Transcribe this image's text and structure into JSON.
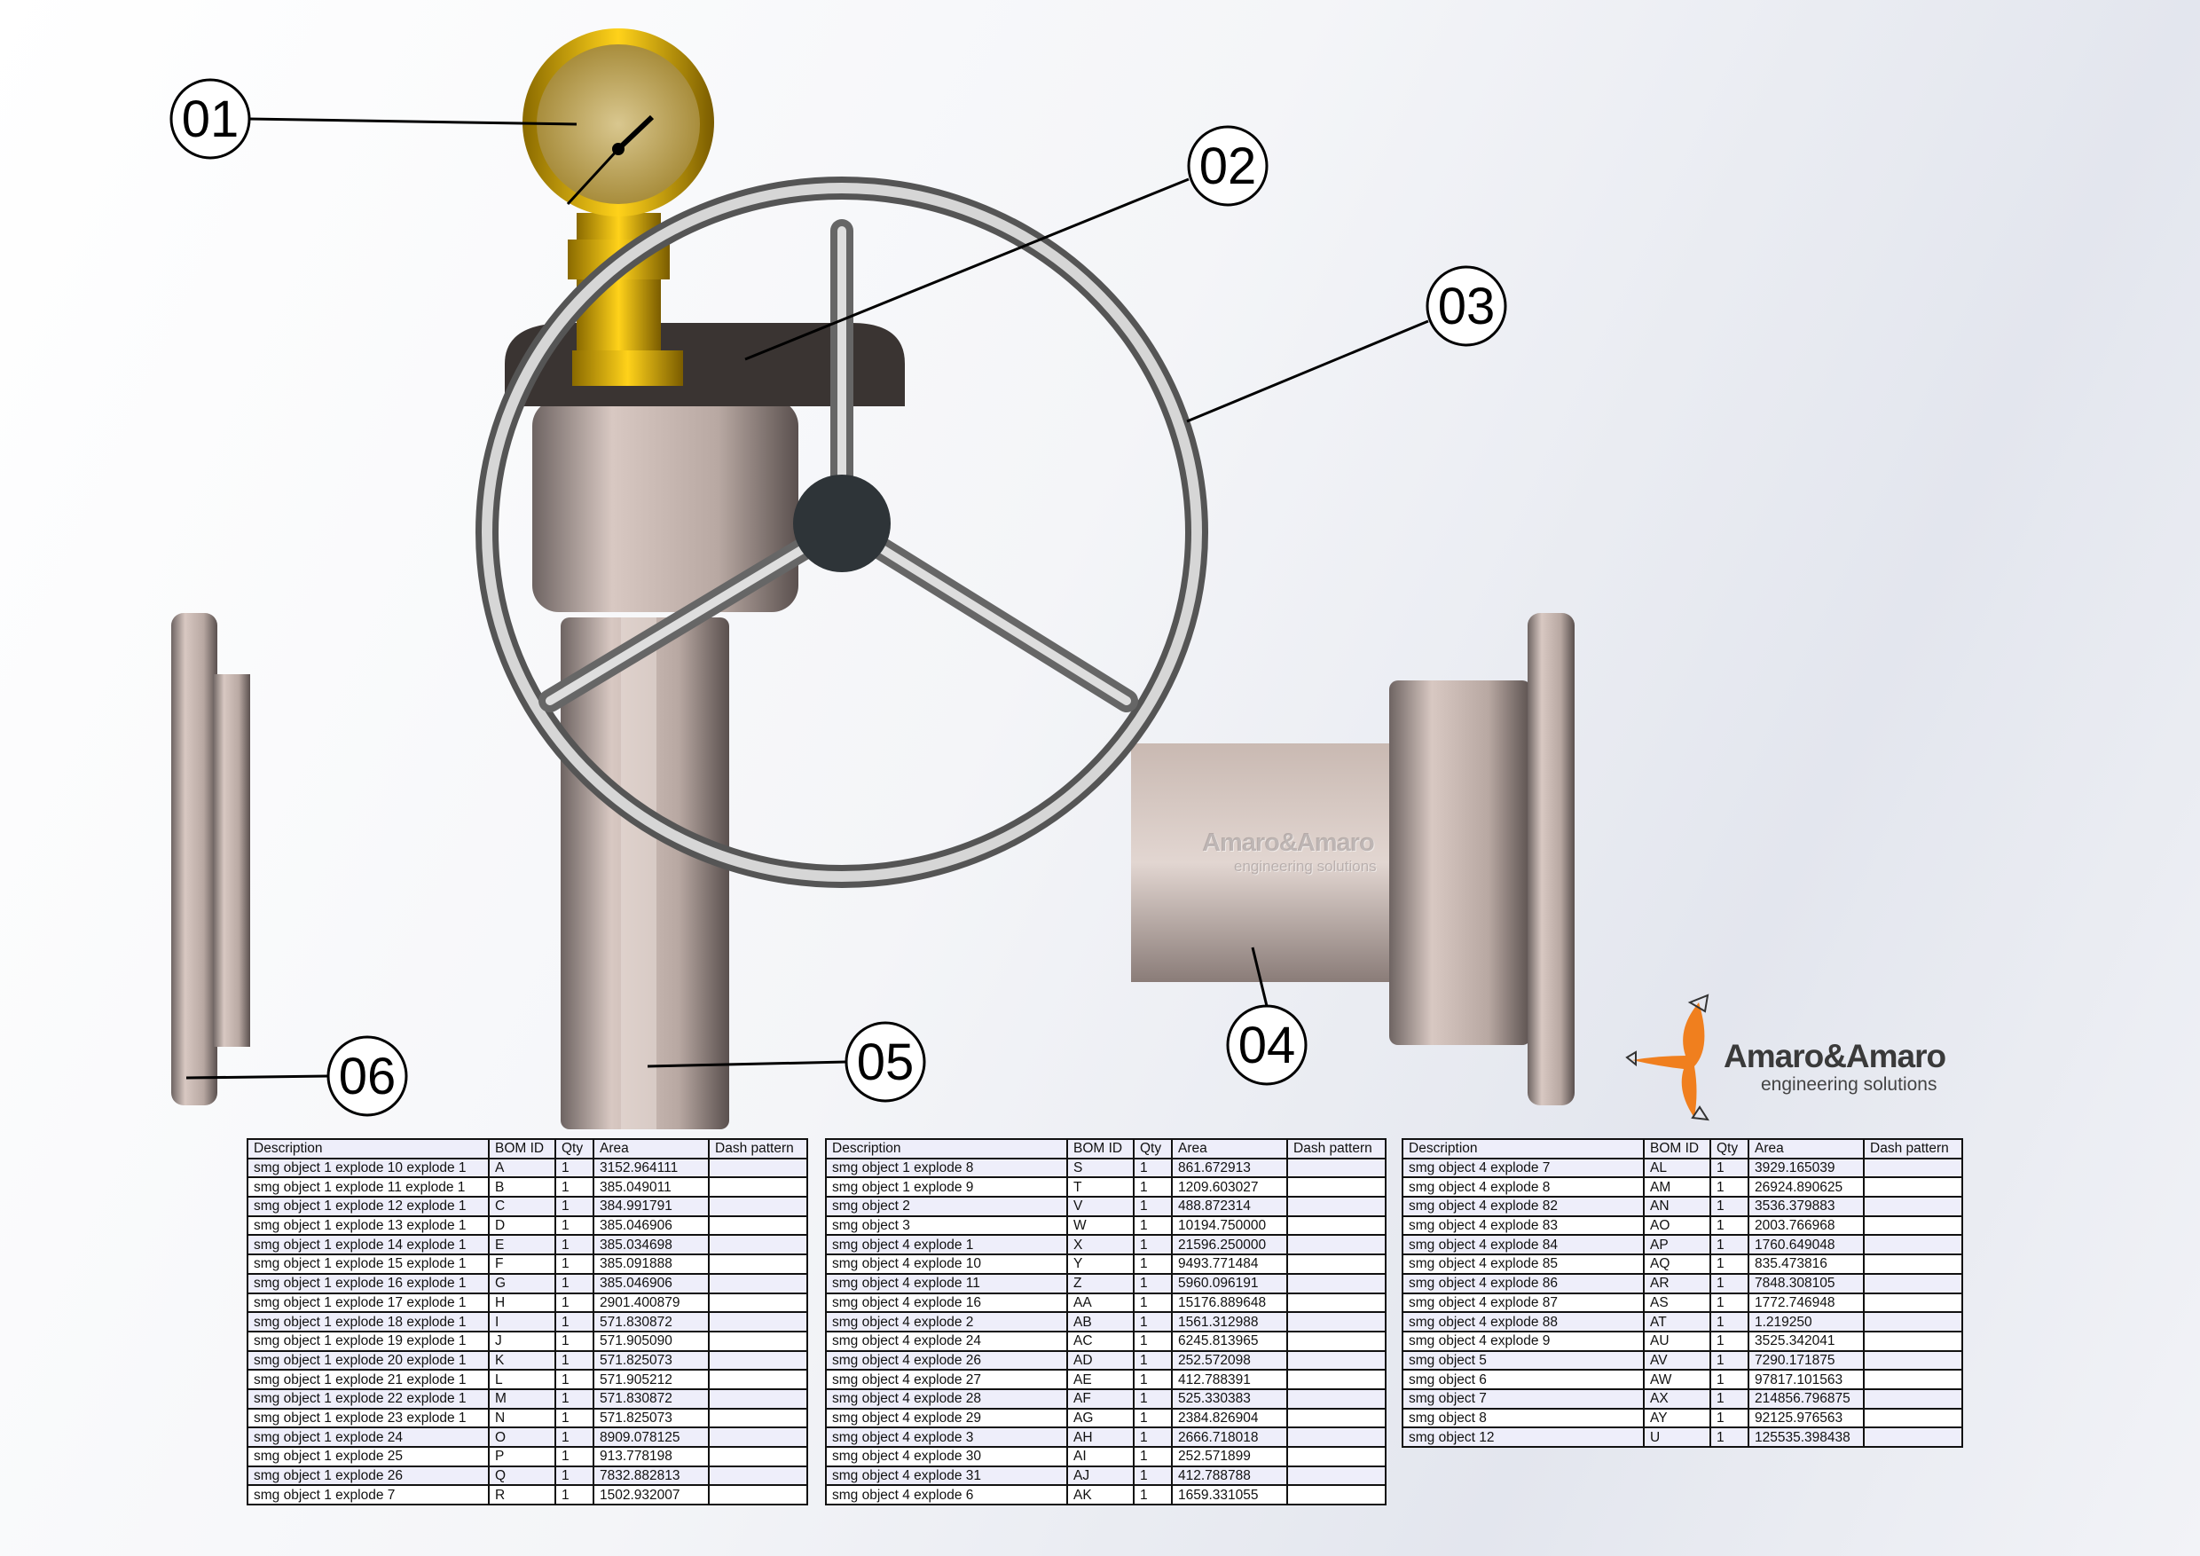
{
  "callouts": [
    "01",
    "02",
    "03",
    "04",
    "05",
    "06"
  ],
  "logo": {
    "name": "Amaro&Amaro",
    "tagline": "engineering solutions",
    "accent": "#f07f1e"
  },
  "watermark": {
    "name": "Amaro&Amaro",
    "tagline": "engineering solutions"
  },
  "bom_headers": [
    "Description",
    "BOM ID",
    "Qty",
    "Area",
    "Dash pattern"
  ],
  "bom_tables": [
    [
      [
        "smg object 1 explode 10 explode 1",
        "A",
        "1",
        "3152.964111",
        ""
      ],
      [
        "smg object 1 explode 11 explode 1",
        "B",
        "1",
        "385.049011",
        ""
      ],
      [
        "smg object 1 explode 12 explode 1",
        "C",
        "1",
        "384.991791",
        ""
      ],
      [
        "smg object 1 explode 13 explode 1",
        "D",
        "1",
        "385.046906",
        ""
      ],
      [
        "smg object 1 explode 14 explode 1",
        "E",
        "1",
        "385.034698",
        ""
      ],
      [
        "smg object 1 explode 15 explode 1",
        "F",
        "1",
        "385.091888",
        ""
      ],
      [
        "smg object 1 explode 16 explode 1",
        "G",
        "1",
        "385.046906",
        ""
      ],
      [
        "smg object 1 explode 17 explode 1",
        "H",
        "1",
        "2901.400879",
        ""
      ],
      [
        "smg object 1 explode 18 explode 1",
        "I",
        "1",
        "571.830872",
        ""
      ],
      [
        "smg object 1 explode 19 explode 1",
        "J",
        "1",
        "571.905090",
        ""
      ],
      [
        "smg object 1 explode 20 explode 1",
        "K",
        "1",
        "571.825073",
        ""
      ],
      [
        "smg object 1 explode 21 explode 1",
        "L",
        "1",
        "571.905212",
        ""
      ],
      [
        "smg object 1 explode 22 explode 1",
        "M",
        "1",
        "571.830872",
        ""
      ],
      [
        "smg object 1 explode 23 explode 1",
        "N",
        "1",
        "571.825073",
        ""
      ],
      [
        "smg object 1 explode 24",
        "O",
        "1",
        "8909.078125",
        ""
      ],
      [
        "smg object 1 explode 25",
        "P",
        "1",
        "913.778198",
        ""
      ],
      [
        "smg object 1 explode 26",
        "Q",
        "1",
        "7832.882813",
        ""
      ],
      [
        "smg object 1 explode 7",
        "R",
        "1",
        "1502.932007",
        ""
      ]
    ],
    [
      [
        "smg object 1 explode 8",
        "S",
        "1",
        "861.672913",
        ""
      ],
      [
        "smg object 1 explode 9",
        "T",
        "1",
        "1209.603027",
        ""
      ],
      [
        "smg object 2",
        "V",
        "1",
        "488.872314",
        ""
      ],
      [
        "smg object 3",
        "W",
        "1",
        "10194.750000",
        ""
      ],
      [
        "smg object 4 explode 1",
        "X",
        "1",
        "21596.250000",
        ""
      ],
      [
        "smg object 4 explode 10",
        "Y",
        "1",
        "9493.771484",
        ""
      ],
      [
        "smg object 4 explode 11",
        "Z",
        "1",
        "5960.096191",
        ""
      ],
      [
        "smg object 4 explode 16",
        "AA",
        "1",
        "15176.889648",
        ""
      ],
      [
        "smg object 4 explode 2",
        "AB",
        "1",
        "1561.312988",
        ""
      ],
      [
        "smg object 4 explode 24",
        "AC",
        "1",
        "6245.813965",
        ""
      ],
      [
        "smg object 4 explode 26",
        "AD",
        "1",
        "252.572098",
        ""
      ],
      [
        "smg object 4 explode 27",
        "AE",
        "1",
        "412.788391",
        ""
      ],
      [
        "smg object 4 explode 28",
        "AF",
        "1",
        "525.330383",
        ""
      ],
      [
        "smg object 4 explode 29",
        "AG",
        "1",
        "2384.826904",
        ""
      ],
      [
        "smg object 4 explode 3",
        "AH",
        "1",
        "2666.718018",
        ""
      ],
      [
        "smg object 4 explode 30",
        "AI",
        "1",
        "252.571899",
        ""
      ],
      [
        "smg object 4 explode 31",
        "AJ",
        "1",
        "412.788788",
        ""
      ],
      [
        "smg object 4 explode 6",
        "AK",
        "1",
        "1659.331055",
        ""
      ]
    ],
    [
      [
        "smg object 4 explode 7",
        "AL",
        "1",
        "3929.165039",
        ""
      ],
      [
        "smg object 4 explode 8",
        "AM",
        "1",
        "26924.890625",
        ""
      ],
      [
        "smg object 4 explode 82",
        "AN",
        "1",
        "3536.379883",
        ""
      ],
      [
        "smg object 4 explode 83",
        "AO",
        "1",
        "2003.766968",
        ""
      ],
      [
        "smg object 4 explode 84",
        "AP",
        "1",
        "1760.649048",
        ""
      ],
      [
        "smg object 4 explode 85",
        "AQ",
        "1",
        "835.473816",
        ""
      ],
      [
        "smg object 4 explode 86",
        "AR",
        "1",
        "7848.308105",
        ""
      ],
      [
        "smg object 4 explode 87",
        "AS",
        "1",
        "1772.746948",
        ""
      ],
      [
        "smg object 4 explode 88",
        "AT",
        "1",
        "1.219250",
        ""
      ],
      [
        "smg object 4 explode 9",
        "AU",
        "1",
        "3525.342041",
        ""
      ],
      [
        "smg object 5",
        "AV",
        "1",
        "7290.171875",
        ""
      ],
      [
        "smg object 6",
        "AW",
        "1",
        "97817.101563",
        ""
      ],
      [
        "smg object 7",
        "AX",
        "1",
        "214856.796875",
        ""
      ],
      [
        "smg object 8",
        "AY",
        "1",
        "92125.976563",
        ""
      ],
      [
        "smg object 12",
        "U",
        "1",
        "125535.398438",
        ""
      ]
    ]
  ]
}
